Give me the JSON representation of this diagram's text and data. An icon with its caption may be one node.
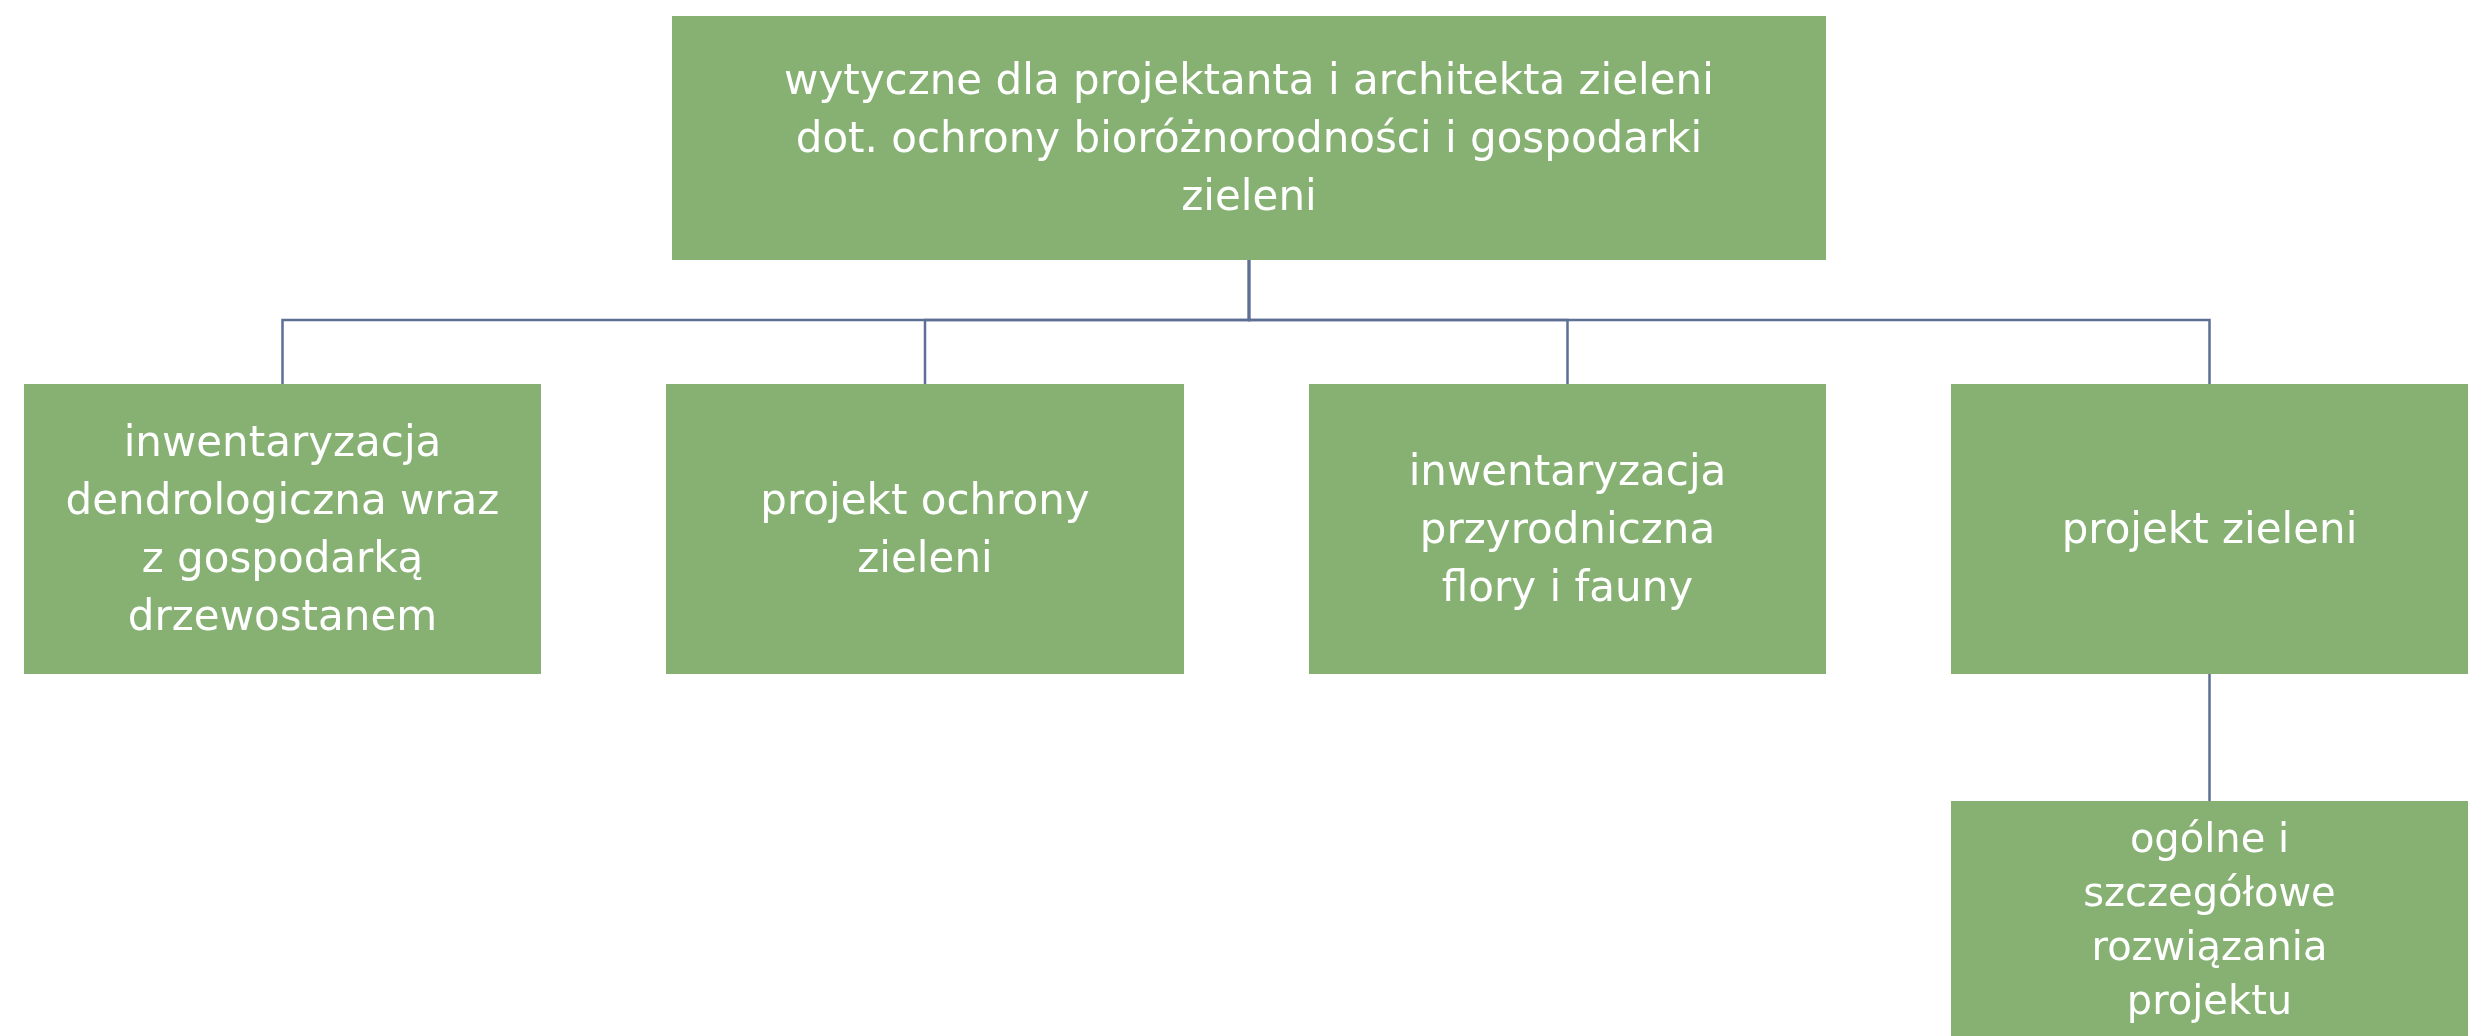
{
  "diagram": {
    "nodes": [
      {
        "text": [
          "wytyczne dla projektanta i architekta zieleni dot. ochrony bioróżnorodności i gospodarki zieleni"
        ]
      },
      {
        "text": [
          "inwentaryzacja dendrologiczna wraz z gospodarką drzewostanem"
        ]
      },
      {
        "text": [
          "projekt ochrony zieleni"
        ]
      },
      {
        "text": [
          "inwentaryzacja przyrodniczna flory i fauny"
        ]
      },
      {
        "text": [
          "projekt zieleni"
        ]
      },
      {
        "text": [
          "ogólne i szczegółowe rozwiązania projektu"
        ]
      }
    ],
    "edges": [
      {
        "from": 0,
        "to": 1,
        "arrow": "none"
      },
      {
        "from": 0,
        "to": 2,
        "arrow": "none"
      },
      {
        "from": 0,
        "to": 3,
        "arrow": "none"
      },
      {
        "from": 0,
        "to": 4,
        "arrow": "none"
      },
      {
        "from": 4,
        "to": 5,
        "arrow": "none"
      }
    ]
  }
}
